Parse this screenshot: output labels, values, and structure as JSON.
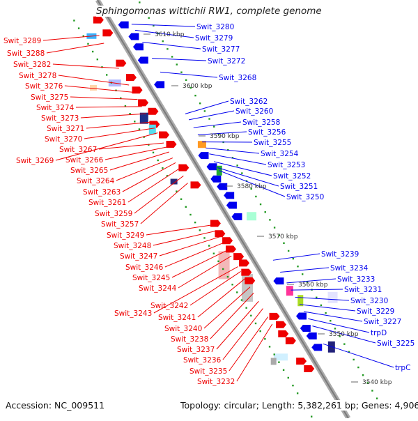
{
  "title": "Sphingomonas wittichii RW1, complete genome",
  "footer": {
    "accession": "Accession: NC_009511",
    "topology": "Topology: circular; Length: 5,382,261 bp; Genes: 4,906"
  },
  "colors": {
    "forward_strand": "#ee0000",
    "reverse_strand": "#0000ee",
    "backbone": "#999999",
    "tick": "#229922"
  },
  "ticks": [
    "3610 kbp",
    "3600 kbp",
    "3590 kbp",
    "3580 kbp",
    "3570 kbp",
    "3560 kbp",
    "3550 kbp",
    "3540 kbp"
  ],
  "labels_left": [
    "Swit_3289",
    "Swit_3288",
    "Swit_3282",
    "Swit_3278",
    "Swit_3276",
    "Swit_3275",
    "Swit_3274",
    "Swit_3273",
    "Swit_3271",
    "Swit_3270",
    "Swit_3267",
    "Swit_3269",
    "Swit_3266",
    "Swit_3265",
    "Swit_3264",
    "Swit_3263",
    "Swit_3261",
    "Swit_3259",
    "Swit_3257",
    "Swit_3249",
    "Swit_3248",
    "Swit_3247",
    "Swit_3246",
    "Swit_3245",
    "Swit_3244",
    "Swit_3242",
    "Swit_3243",
    "Swit_3241",
    "Swit_3240",
    "Swit_3238",
    "Swit_3237",
    "Swit_3236",
    "Swit_3235",
    "Swit_3232"
  ],
  "labels_right": [
    "Swit_3280",
    "Swit_3279",
    "Swit_3277",
    "Swit_3272",
    "Swit_3268",
    "Swit_3262",
    "Swit_3260",
    "Swit_3258",
    "Swit_3256",
    "Swit_3255",
    "Swit_3254",
    "Swit_3253",
    "Swit_3252",
    "Swit_3251",
    "Swit_3250",
    "Swit_3239",
    "Swit_3234",
    "Swit_3233",
    "Swit_3231",
    "Swit_3230",
    "Swit_3229",
    "Swit_3227",
    "trpD",
    "Swit_3225",
    "trpC"
  ]
}
